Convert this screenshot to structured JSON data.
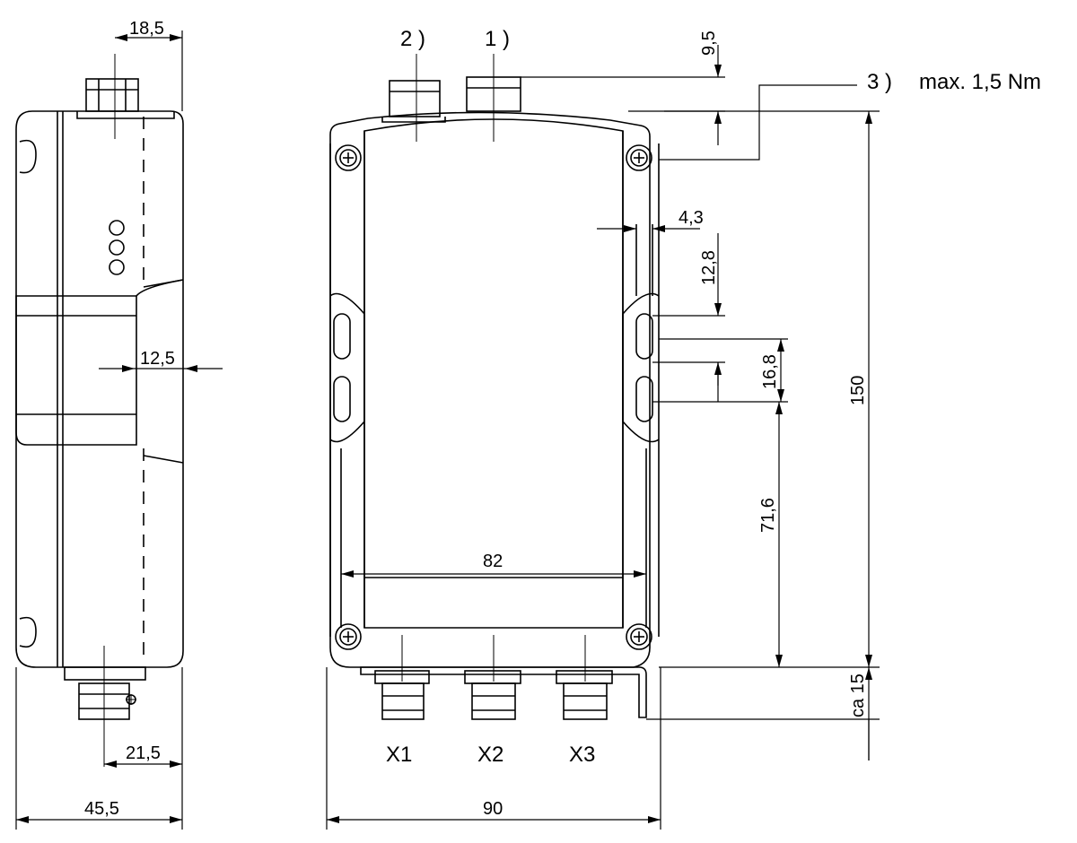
{
  "side_view": {
    "dim_connector_offset": "18,5",
    "dim_clip_depth": "12,5",
    "dim_bottom_connector_offset": "21,5",
    "dim_total_width": "45,5"
  },
  "front_view": {
    "callout_2": "2 )",
    "callout_1": "1 )",
    "callout_3": "3 )",
    "torque_note": "max. 1,5 Nm",
    "dim_connector_height": "9,5",
    "dim_slot_width": "4,3",
    "dim_slot_offset": "12,8",
    "dim_slot_pitch": "16,8",
    "dim_slot_to_bottom": "71,6",
    "dim_total_height": "150",
    "dim_bracket": "ca 15",
    "dim_inner_width": "82",
    "dim_total_width": "90",
    "ports": [
      "X1",
      "X2",
      "X3"
    ]
  }
}
